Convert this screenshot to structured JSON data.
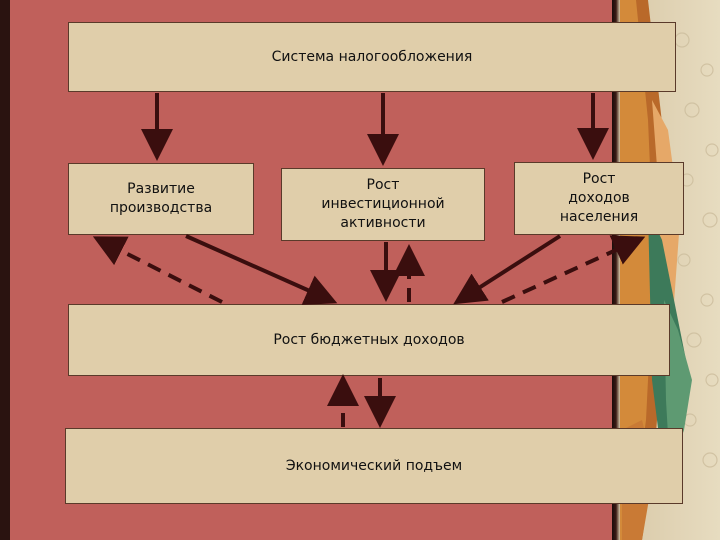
{
  "diagram": {
    "top": "Система налогообложения",
    "production": "Развитие\nпроизводства",
    "investment": "Рост\nинвестиционной\nактивности",
    "income": "Рост\nдоходов\nнаселения",
    "budget": "Рост бюджетных доходов",
    "economy": "Экономический подъем"
  },
  "colors": {
    "background": "#c0605b",
    "box_fill": "#e0ceaa",
    "arrow": "#3a0e0e"
  }
}
